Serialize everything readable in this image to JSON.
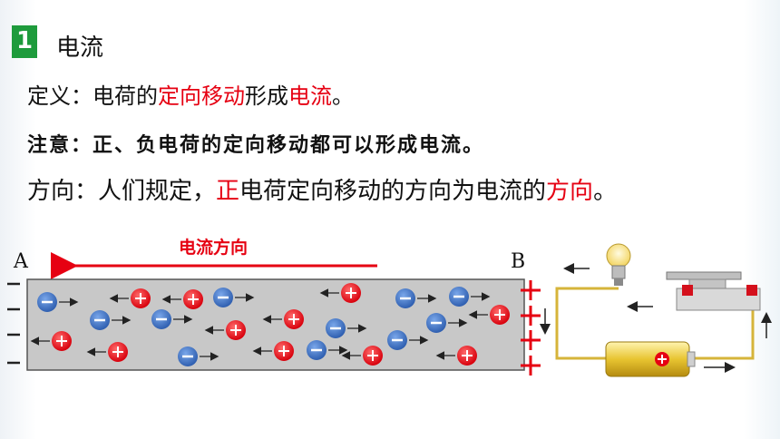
{
  "section": {
    "number": "1",
    "title": "电流"
  },
  "definition": {
    "p1": "定义：电荷的",
    "p2": "定向移动",
    "p3": "形成",
    "p4": "电流",
    "p5": "。"
  },
  "note": {
    "text": "注意：正、负电荷的定向移动都可以形成电流。"
  },
  "direction": {
    "p1": "方向：人们规定，",
    "p2": "正",
    "p3": "电荷定向移动的方向为电流的",
    "p4": "方向",
    "p5": "。"
  },
  "diagram": {
    "current_label": "电流方向",
    "label_a": "A",
    "label_b": "B",
    "positive_color": "#e60012",
    "negative_color": "#3f74c6"
  }
}
